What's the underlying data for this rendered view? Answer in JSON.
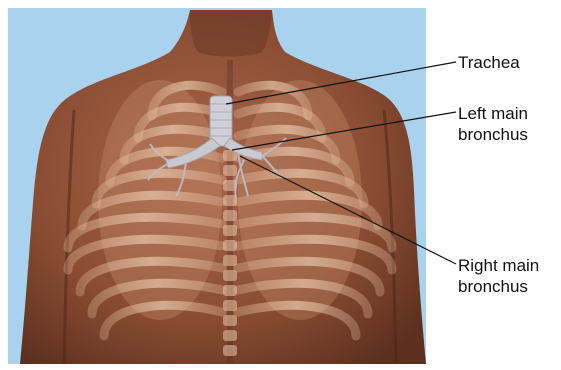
{
  "labels": {
    "trachea": "Trachea",
    "left_main_bronchus": "Left main\nbronchus",
    "right_main_bronchus": "Right main\nbronchus"
  },
  "colors": {
    "background_panel": "#a9d2ef",
    "skin": "#9a5a3a",
    "skin_dark": "#5e3220",
    "ribs": "#e0b89a",
    "airway": "#c9c9d2",
    "leader_line": "#111111"
  }
}
